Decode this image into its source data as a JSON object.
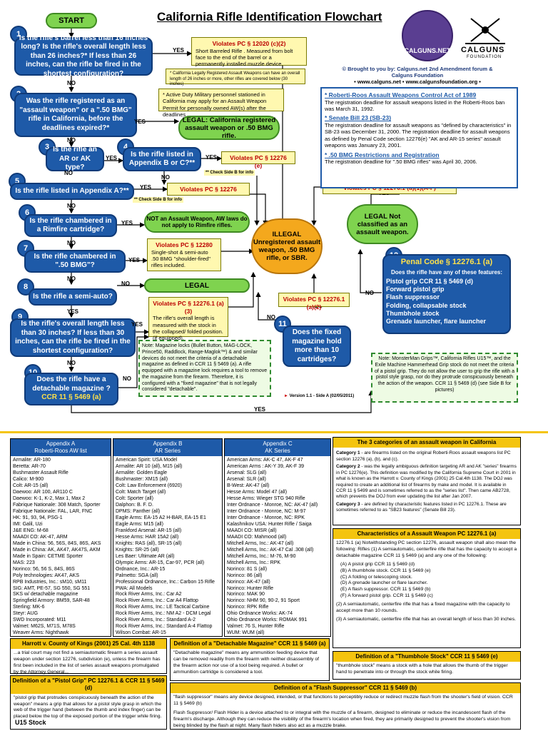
{
  "title": "California Rifle Identification Flowchart",
  "start": "START",
  "q1": "Is the rifle's barrel less than 16 inches long? Is the rifle's overall length less than 26 inches?* If less than 26 inches, can the rifle be fired in the shortest configuration?",
  "q2": "Was the rifle registered as an \"assault weapon\" or a \".50 BMG\" rifle in California, before the deadlines expired?*",
  "q3": "Is the rifle an AR or AK type?",
  "q4": "Is the rifle listed in Appendix B or C?**",
  "q5": "Is the rifle listed in Appendix A?**",
  "q6": "Is the rifle chambered in a Rimfire cartridge?",
  "q7": "Is the rifle chambered in \".50 BMG\"?",
  "q8": "Is the rifle a semi-auto?",
  "q9": "Is the rifle's overall length less than 30 inches? If less than 30 inches, can the rifle be fired in the shortest configuration?",
  "q10": "Does the rifle have a detachable magazine ?",
  "q10_ccr": "CCR 11 § 5469 (a)",
  "q11": "Does the fixed magazine hold more than 10 cartridges?",
  "nums": [
    "1",
    "2",
    "3",
    "4",
    "5",
    "6",
    "7",
    "8",
    "9",
    "10",
    "11",
    "12"
  ],
  "yes": "YES",
  "no": "NO",
  "v1_head": "Violates PC § 12020 (c)(2)",
  "v1_body": "Short Barreled Rifle . Measured from bolt face to the end of the barrel or a permanently installed muzzle device.",
  "note_length": "* California Legally Registered Assault Weapons can have an overall length of 26 inches or more, other rifles are covered below (30 inches)",
  "active_duty": "* Active Duty Military personnel stationed in California may apply for an Assault Weapon Permit for personally owned AW(s) after the deadlines .",
  "legal_registered": "LEGAL: California registered assault weapon or .50 BMG rifle.",
  "v4": "Violates PC § 12276 (e)",
  "v5": "Violates PC § 12276",
  "check_side_b": "** Check Side B for info",
  "not_aw": "NOT an Assault Weapon, AW laws do not apply to Rimfire rifles.",
  "v7_head": "Violates PC § 12280",
  "v7_body": "Single-shot & semi-auto .50 BMG \"shoulder-fired\" rifles included.",
  "legal": "LEGAL",
  "v9_head": "Violates PC § 12276.1 (a)(3)",
  "v9_body": "The rifle's overall length is measured with the stock in the collapsed/ folded position. (if equipped).",
  "v11": "Violates PC § 12276.1 (a)(2)",
  "illegal": "ILLEGAL Unregistered assault weapon, .50 BMG rifle, or SBR.",
  "legal_not_aw": "LEGAL Not classified as an assault weapon.",
  "v12": "Violates PC § 12276.1 (a)(1)(A-F)",
  "pc12_head": "Penal Code § 12276.1 (a)",
  "pc12_lead": "Does the rifle have any of these features:",
  "pc12_items": [
    "Pistol grip CCR 11 § 5469 (d)",
    "Forward pistol grip",
    "Flash suppressor",
    "Folding, collapsable stock",
    "Thumbhole stock",
    "Grenade launcher, flare launcher"
  ],
  "note_mag": "Note: Magazine locks (Bullet Button, MAG-LOCK, Prince50, Raddlock, Range-Maglok™) & and similar devices do not meet the criteria of a detachable magazine as defined in CCR 11 § 5469 (a). A rifle equipped with a magazine lock requires a tool to remove the magazine from the firearm. Therefore, it is configured with a \"fixed magazine\" that is not legally considered \"detachable\".",
  "note_grip": "Note: MonsterMan Grips™, California Rifles U15™, and the Exile Machine Hammerhead Grip stock do not meet the criteria of a pistol grip. They do not allow the user to grip the rifle with a pistol style grasp, nor do they protrude conspicuously beneath the action of the weapon. CCR 11 § 5469 (d) (see Side B for pictures)",
  "version": "Version 1.1 - Side A (02/05/2011)",
  "brought": "© Brought to you by: Calguns.net 2nd Amendment forum & Calguns Foundation",
  "sites": "• www.calguns.net • www.calgunsfoundation.org •",
  "logo1": "CALGUNS.NET",
  "logo2": "CALGUNS",
  "logo2_sub": "FOUNDATION",
  "info": [
    {
      "h": "* Roberti-Roos Assault Weapons Control Act of 1989",
      "p": "The registration deadline for assault weapons listed in the Roberti-Roos ban was March 31, 1992."
    },
    {
      "h": "* Senate Bill 23 (SB-23)",
      "p": "The registration deadline for assault weapons as \"defined by characteristics\" in SB-23 was December 31, 2000. The registration deadline for assault weapons as defined by Penal Code section 12276(e) \"AK and AR-15 series\" assault weapons was January 23, 2001."
    },
    {
      "h": "* .50 BMG Restrictions and Registration",
      "p": "The registration deadline for \".50 BMG rifles\" was April 30, 2006."
    }
  ],
  "appA": {
    "h1": "Appendix A",
    "h2": "Roberti-Roos AW list",
    "items": [
      "Armalite: AR-180",
      "Beretta: AR-70",
      "Bushmaster Assault Rifle",
      "Calico: M-900",
      "Colt: AR-15 (all)",
      "Daewoo: AR 100, AR110 C",
      "Daewoo: K-1, K-2, Max 1, Max 2",
      "Fabrique Nationale: 308 Match, Sporter",
      "Fabrique Nationale: FAL, LAR, FNC",
      "HK: 91, 93, 94, PSG-1",
      "IMI: Galil, Uzi",
      "J&E ENG: M-68",
      "MAADI CO: AK-47, ARM",
      "Made in China: 56, 56S, 84S, 86S, AKS",
      "Made in China: AK, AK47, AK47S, AKM",
      "Made in Spain: CETME Sporter",
      "MAS: 223",
      "Norinco: 56, 56 S, 84S, 86S",
      "Poly technologies: AK47, AKS",
      "RPB Industries, Inc.: sM10, sM11",
      "SIG: AMT, PE-57, SG 550, SG 551",
      "SKS w/ detachable magazine",
      "Springfield Armory: BM59, SAR-48",
      "Sterling: MK-6",
      "Steyr: AUG",
      "SWD Incorporated: M11",
      "Valmet: M62S, M71S, M78S",
      "Weaver Arms: Nighthawk"
    ]
  },
  "appB": {
    "h1": "Appendix B",
    "h2": "AR Series",
    "items": [
      "American Spirit: USA Model",
      "Armalite: AR 10 (all), M15 (all)",
      "Armalite: Golden Eagle",
      "Bushmaster: XM15 (all)",
      "Colt: Law Enforcement (6920)",
      "Colt: Match Target (all)",
      "Colt: Sporter (all)",
      "Dalphon: B. F. D.",
      "DPMS: Panther (all)",
      "Eagle Arms: EA-15 A2 H-BAR, EA-15 E1",
      "Eagle Arms: M15 (all)",
      "Frankford Arsenal: AR-15 (all)",
      "Hesse Arms: HAR 15A2 (all)",
      "Knights: RAS (all), SR-15 (all)",
      "Knights: SR-25 (all)",
      "Les Baer: Ultimate AR (all)",
      "Olympic Arms: AR-15, Car-97, PCR (all)",
      "Ordnance, Inc.: AR-15",
      "Palmetto: SGA (all)",
      "Professional Ordnance, Inc.: Carbon 15 Rifle",
      "PWA: All Models",
      "Rock River Arms, Inc.: Car A2",
      "Rock River Arms, Inc.: Car A4 Flattop",
      "Rock River Arms, Inc.: LE Tactical Carbine",
      "Rock River Arms, Inc.: NM A2 - DCM Legal",
      "Rock River Arms, Inc.: Standard A-2",
      "Rock River Arms, Inc.: Standard A-4 Flattop",
      "Wilson Combat: AR-15"
    ]
  },
  "appC": {
    "h1": "Appendix C",
    "h2": "AK Series",
    "items": [
      "American Arms: AK-C 47, AK-F 47",
      "American Arms : AK-Y 39, AK-F 39",
      "Arsenal: SLG (all)",
      "Arsenal: SLR (all)",
      "B-West: AK-47 (all)",
      "Hesse Arms: Model 47 (all)",
      "Hesse Arms: Wieger STG 940 Rifle",
      "Inter Ordnance - Monroe, NC: AK-47 (all)",
      "Inter Ordnance - Monroe, NC: M-97",
      "Inter Ordnance - Monroe, NC: RPK",
      "Kalashnikov USA: Hunter Rifle / Saiga",
      "MAADI CO: MISR (all)",
      "MAADI CO: Mahmood (all)",
      "Mitchell Arms, Inc.: AK-47 (all)",
      "Mitchell Arms, Inc.: AK-47 Cal .308 (all)",
      "Mitchell Arms, Inc.: M-76, M-90",
      "Mitchell Arms, Inc.: RPK",
      "Norinco: 81 S (all)",
      "Norinco: 86 (all)",
      "Norinco: AK-47 (all)",
      "Norinco: Hunter Rifle",
      "Norinco: MAK 90",
      "Norinco: NHM 90, 90-2, 91 Sport",
      "Norinco: RPK Rifle",
      "Ohio Ordnance Works: AK-74",
      "Ohio Ordnance Works: ROMAK 991",
      "Valmet: 76 S, Hunter Rifle",
      "WUM: WUM (all)"
    ]
  },
  "cat_head": "The 3 categories of an assault weapon in California",
  "cats": [
    {
      "b": "Category 1",
      "t": " - are firearms listed on the original Roberti-Roos assault weapons list PC section 12276 (a), (b), and (c)."
    },
    {
      "b": "Category 2",
      "t": " - was the legally ambiguous definition targeting AR and AK \"series\" firearms in PC 12276(e). This definition was modified by the California Supreme Court in 2001 in what is known as the Harrott v. County of Kings (2001) 25 Cal.4th 1138. The DOJ was required to create an additional list of firearms by make and model. It is available in CCR 11 § 5499 and is sometimes referred to as the \"series list\". Then came AB2728, which prevents the DOJ from ever updating the list after Jan 2007."
    },
    {
      "b": "Category 3",
      "t": " - are defined by characteristic features listed in PC 12276.1. These are sometimes referred to as \"SB23 features\" (Senate Bill 23)."
    }
  ],
  "char_head": "Characteristics of a Assault Weapon PC 12276.1 (a)",
  "char_lead": "12276.1 (a) Notwithstanding PC section 12276, assault weapon shall also mean the following: Rifles (1) A semiautomatic, centerfire rifle that has the capacity to accept a detachable magazine CCR 11 § 5469 (a) and any one of the following:",
  "char_items": [
    "(A) A pistol grip CCR 11 § 5469 (d)",
    "(B) A thumbhole stock. CCR 11 § 5469 (e)",
    "(C) A folding or telescoping stock.",
    "(D) A grenade launcher or flare launcher.",
    "(E) A flash suppressor. CCR 11 § 5469 (b)",
    "(F) A forward pistol grip. CCR 11 § 5469 (c)"
  ],
  "char_2": "(2) A semiautomatic, centerfire rifle that has a fixed magazine with the capacity to accept more than 10 rounds.",
  "char_3": "(3) A semiautomatic, centerfire rifle that has an overall length of less than 30 inches.",
  "harrott_head": "Harrott v. County of Kings (2001) 25 Cal. 4th 1138",
  "harrott_body": "...a trial court may not find a semiautomatic firearm a series assault weapon under section 12276, subdivision (e), unless the firearm has first been included in the list of series assault weapons promulgated by the Attorney General...",
  "detmag_head": "Definition of a \"Detachable Magazine\" CCR 11 § 5469 (a)",
  "detmag_body": "\"Detachable magazine\" means any ammunition feeding device that can be removed readily from the firearm with neither disassembly of the firearm action nor use of a tool being required. A bullet or ammunition cartridge is considered a tool.",
  "thumb_head": "Definition of a \"Thumbhole Stock\" CCR 11 § 5469 (e)",
  "thumb_body": "\"thumbhole stock\" means a stock with a hole that allows the thumb of the trigger hand to penetrate into or through the stock while firing.",
  "pistol_head": "Definition of a \"Pistol Grip\" PC 12276.1 & CCR 11 § 5469 (d)",
  "pistol_body": "\"pistol grip that protrudes conspicuously beneath the action of the weapon\" means a grip that allows for a pistol style grasp in which the web of the trigger hand (between the thumb and index finger) can be placed below the top of the exposed portion of the trigger while firing.",
  "u15": "U15 Stock",
  "flash_head": "Definition of a \"Flash Suppressor\" CCR 11 § 5469 (b)",
  "flash_body": "\"flash suppressor\" means any device designed, intended, or that functions to perceptibly reduce or redirect muzzle flash from the shooter's field of vision. CCR 11 § 5469 (b)",
  "flash_body2": "Flash Suppressor/ Flash Hider is a device attached to or integral with the muzzle of a firearm, designed to eliminate or reduce the incandescent flash of the firearm's discharge. Although they can reduce the visibility of the firearm's location when fired, they are primarily designed to prevent the shooter's vision from being blinded by the flash at night. Many flash hiders also act as a muzzle brake."
}
